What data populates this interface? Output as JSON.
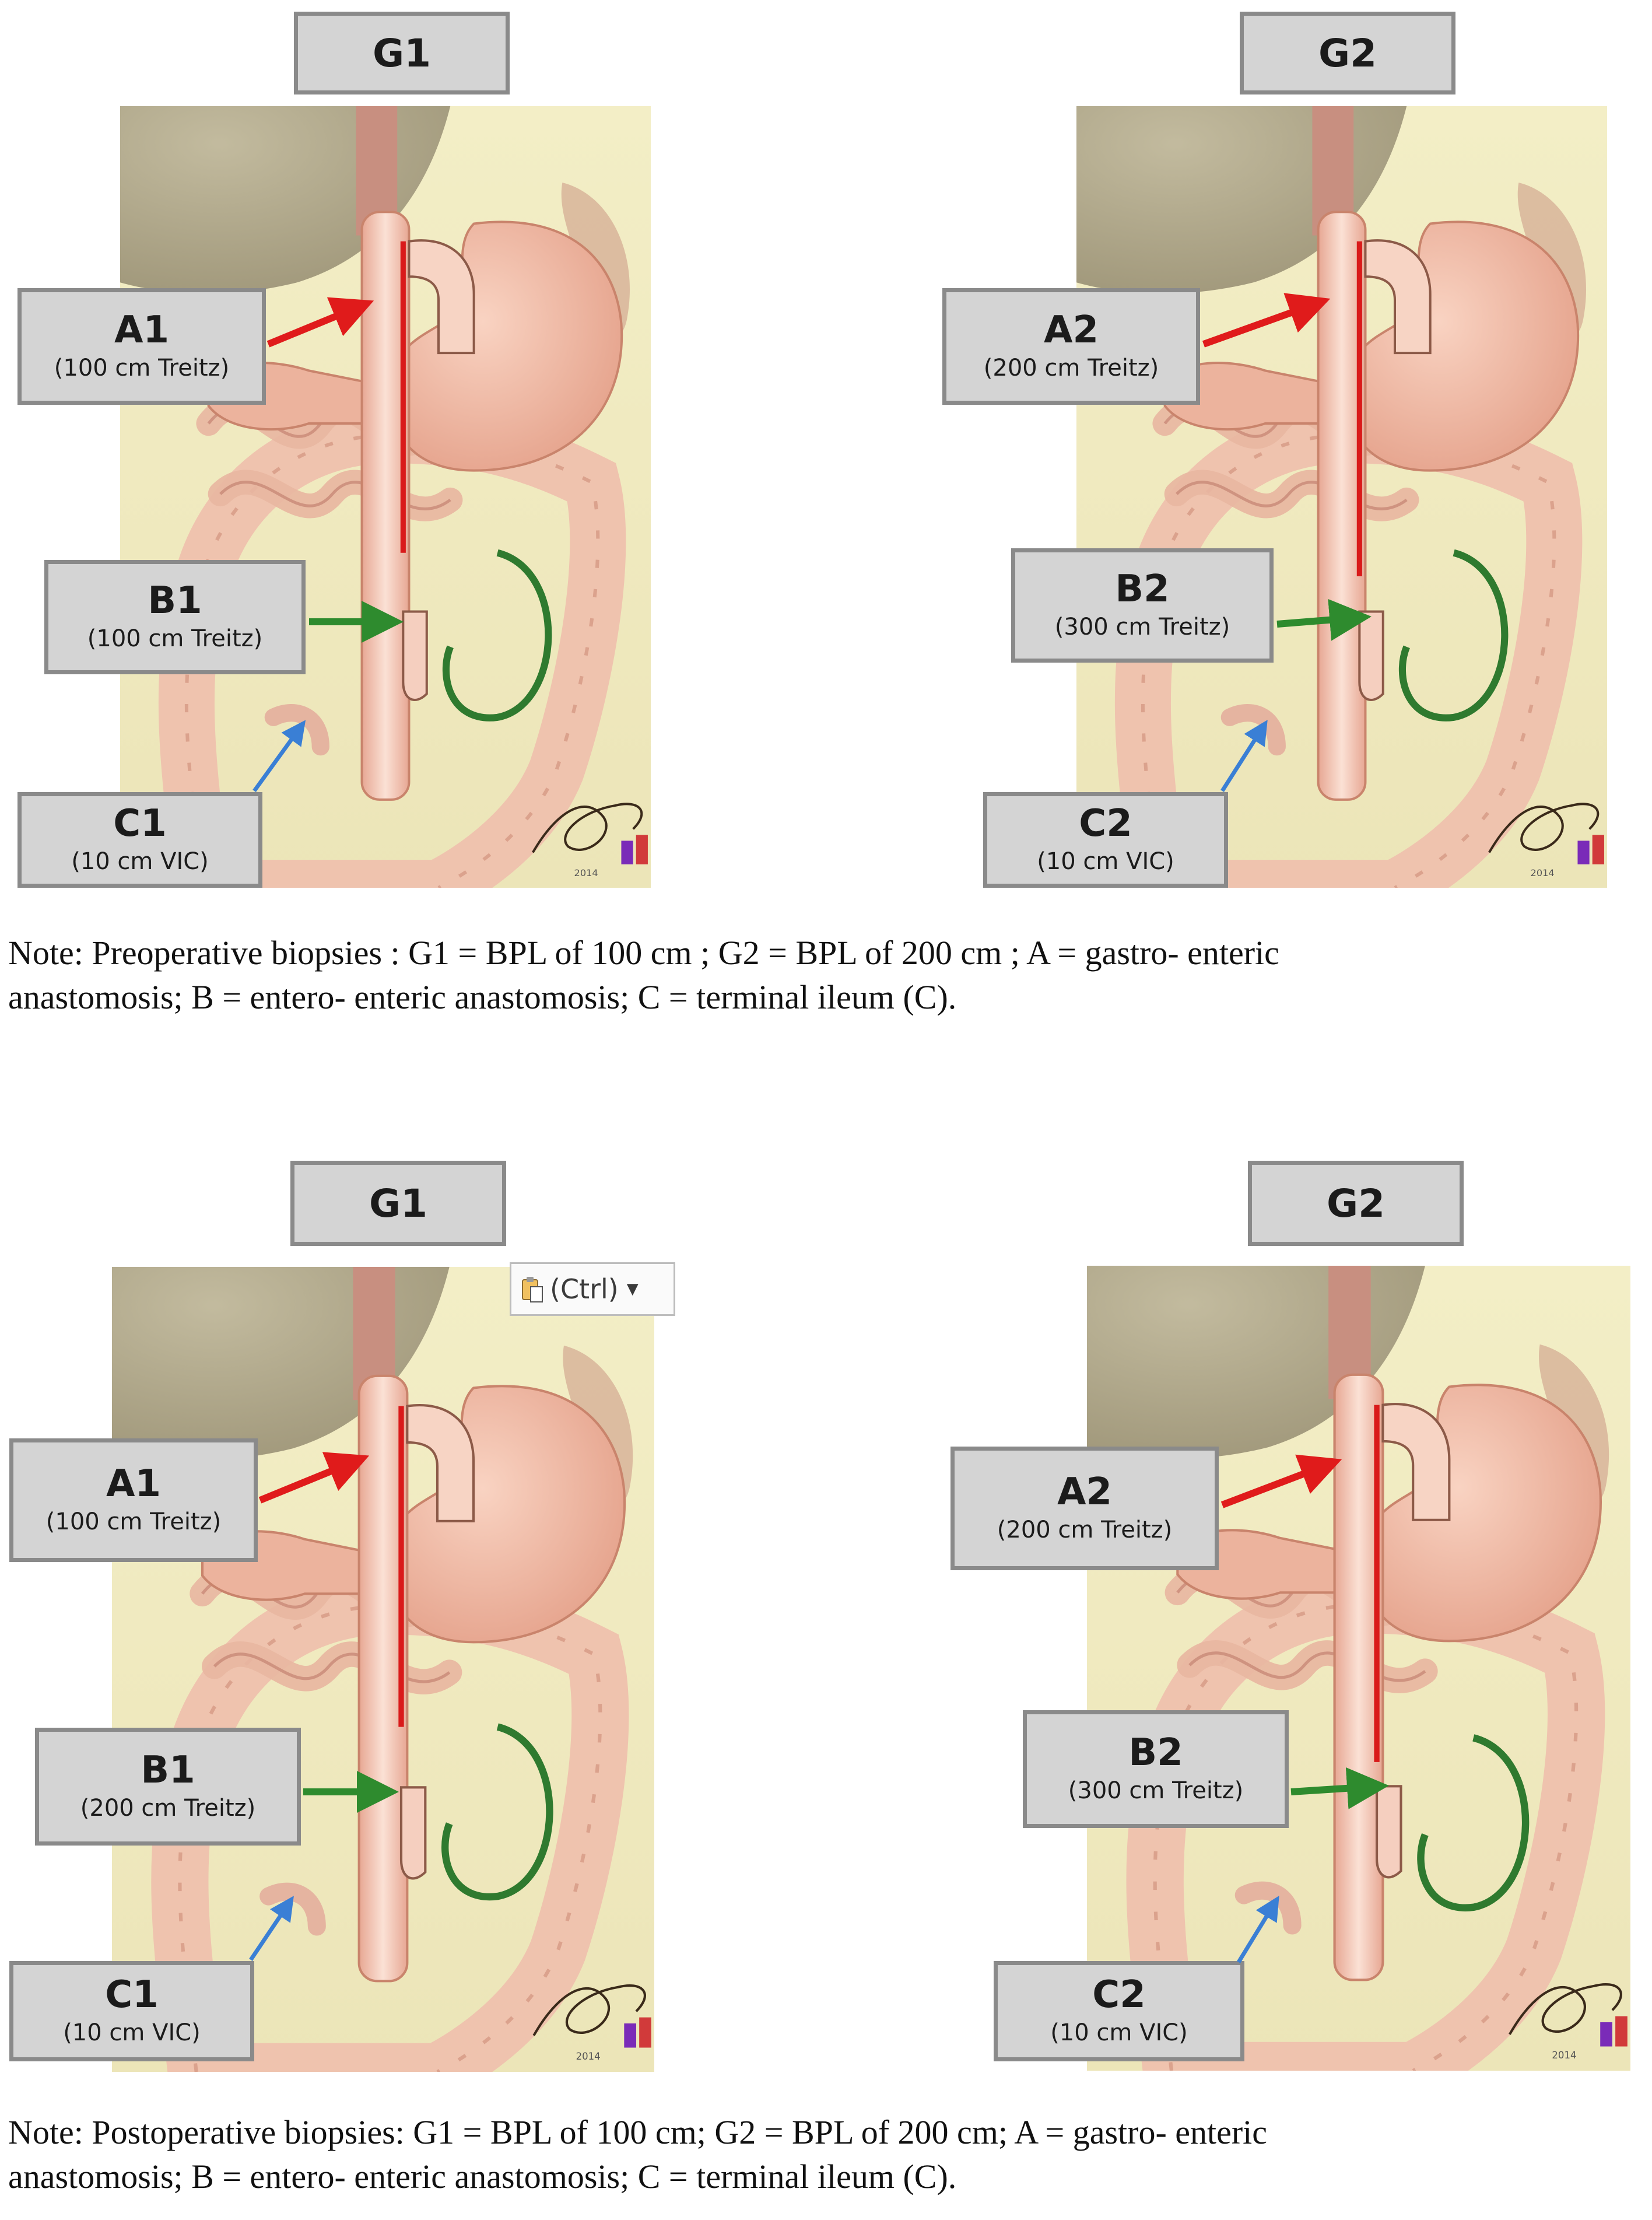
{
  "preoperative": {
    "g1": {
      "group": "G1",
      "a": {
        "code": "A1",
        "sub": "(100 cm Treitz)"
      },
      "b": {
        "code": "B1",
        "sub": "(100 cm Treitz)"
      },
      "c": {
        "code": "C1",
        "sub": "(10 cm VIC)"
      },
      "year": "2014"
    },
    "g2": {
      "group": "G2",
      "a": {
        "code": "A2",
        "sub": "(200 cm Treitz)"
      },
      "b": {
        "code": "B2",
        "sub": "(300 cm Treitz)"
      },
      "c": {
        "code": "C2",
        "sub": "(10 cm VIC)"
      },
      "year": "2014"
    },
    "note_line1": "Note: Preoperative biopsies : G1 = BPL of 100 cm ; G2 = BPL of 200 cm ; A = gastro- enteric",
    "note_line2": "anastomosis; B = entero- enteric anastomosis; C = terminal ileum (C)."
  },
  "postoperative": {
    "g1": {
      "group": "G1",
      "a": {
        "code": "A1",
        "sub": "(100 cm Treitz)"
      },
      "b": {
        "code": "B1",
        "sub": "(200 cm Treitz)"
      },
      "c": {
        "code": "C1",
        "sub": "(10 cm VIC)"
      },
      "year": "2014"
    },
    "g2": {
      "group": "G2",
      "a": {
        "code": "A2",
        "sub": "(200 cm Treitz)"
      },
      "b": {
        "code": "B2",
        "sub": "(300 cm Treitz)"
      },
      "c": {
        "code": "C2",
        "sub": "(10 cm VIC)"
      },
      "year": "2014"
    },
    "note_line1": "Note: Postoperative biopsies: G1 = BPL of 100 cm; G2 = BPL of 200 cm; A = gastro- enteric",
    "note_line2": "anastomosis; B = entero- enteric anastomosis; C = terminal ileum (C)."
  },
  "paste_options": {
    "label": "(Ctrl)",
    "icon": "clipboard-paste-icon"
  },
  "colors": {
    "gastric_arrow": "#e01b1b",
    "biliopancreatic_limb": "#d91a1a",
    "entero_arrow": "#2e8b2e",
    "alimentary_limb": "#2f7a2f",
    "ileum_arrow": "#3a7fd5",
    "background": "#f1ecc4"
  }
}
